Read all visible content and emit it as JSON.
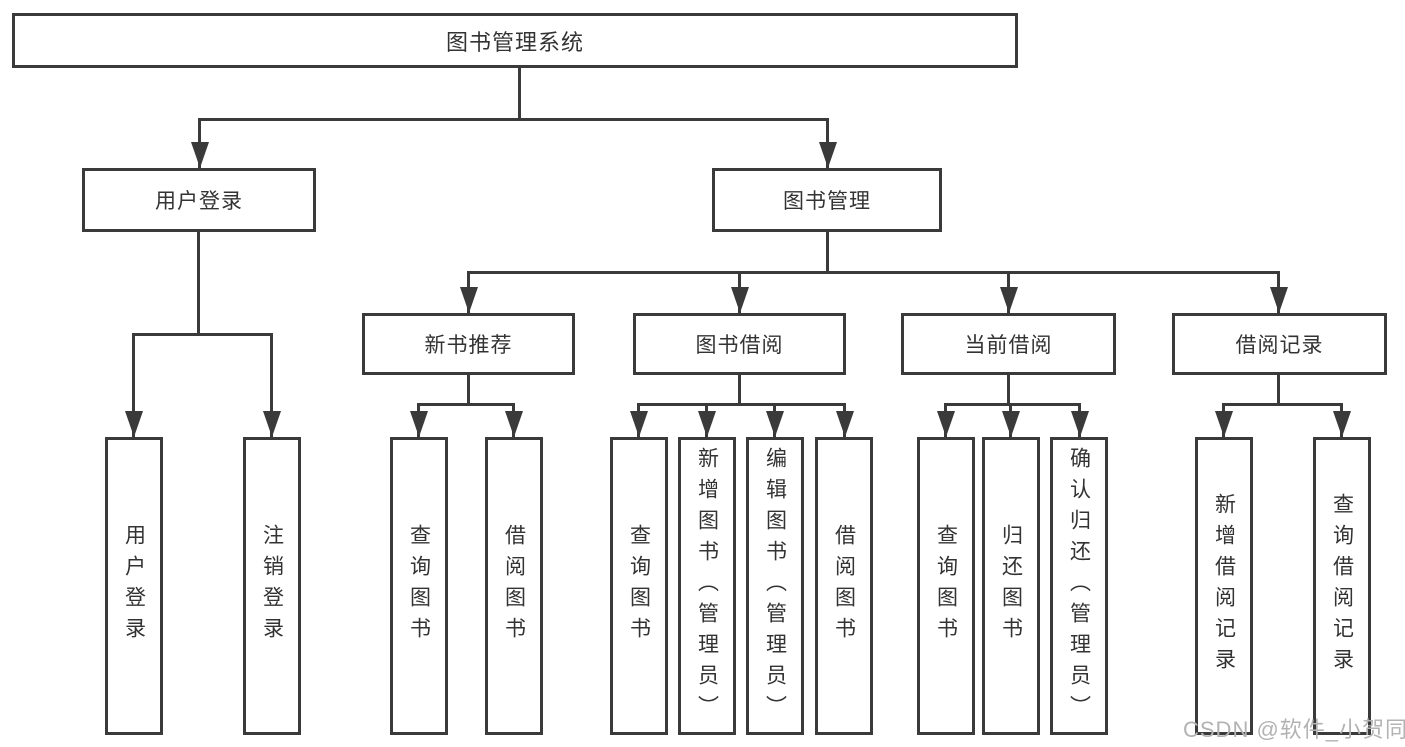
{
  "nodes": {
    "root": {
      "label": "图书管理系统"
    },
    "user_login": {
      "label": "用户登录"
    },
    "book_management": {
      "label": "图书管理"
    },
    "new_book_recommend": {
      "label": "新书推荐"
    },
    "book_borrowing": {
      "label": "图书借阅"
    },
    "current_borrowing": {
      "label": "当前借阅"
    },
    "borrowing_records": {
      "label": "借阅记录"
    },
    "leaf_user_login": {
      "label": "用户登录"
    },
    "leaf_logout": {
      "label": "注销登录"
    },
    "leaf_query_books_recommend": {
      "label": "查询图书"
    },
    "leaf_borrow_books_recommend": {
      "label": "借阅图书"
    },
    "leaf_query_books_borrowing": {
      "label": "查询图书"
    },
    "leaf_add_books_admin": {
      "label": "新增图书（管理员）"
    },
    "leaf_edit_books_admin": {
      "label": "编辑图书（管理员）"
    },
    "leaf_borrow_books_borrowing": {
      "label": "借阅图书"
    },
    "leaf_query_books_current": {
      "label": "查询图书"
    },
    "leaf_return_books": {
      "label": "归还图书"
    },
    "leaf_confirm_return_admin": {
      "label": "确认归还（管理员）"
    },
    "leaf_add_borrow_record": {
      "label": "新增借阅记录"
    },
    "leaf_query_borrow_record": {
      "label": "查询借阅记录"
    }
  },
  "edges": {
    "root": [
      "user_login",
      "book_management"
    ],
    "user_login": [
      "leaf_user_login",
      "leaf_logout"
    ],
    "book_management": [
      "new_book_recommend",
      "book_borrowing",
      "current_borrowing",
      "borrowing_records"
    ],
    "new_book_recommend": [
      "leaf_query_books_recommend",
      "leaf_borrow_books_recommend"
    ],
    "book_borrowing": [
      "leaf_query_books_borrowing",
      "leaf_add_books_admin",
      "leaf_edit_books_admin",
      "leaf_borrow_books_borrowing"
    ],
    "current_borrowing": [
      "leaf_query_books_current",
      "leaf_return_books",
      "leaf_confirm_return_admin"
    ],
    "borrowing_records": [
      "leaf_add_borrow_record",
      "leaf_query_borrow_record"
    ]
  },
  "watermark": {
    "text": "CSDN @软件_小贺同学"
  },
  "colors": {
    "line": "#3a3a3a",
    "text": "#333333",
    "watermark": "#b3b3b3",
    "background": "#ffffff"
  }
}
